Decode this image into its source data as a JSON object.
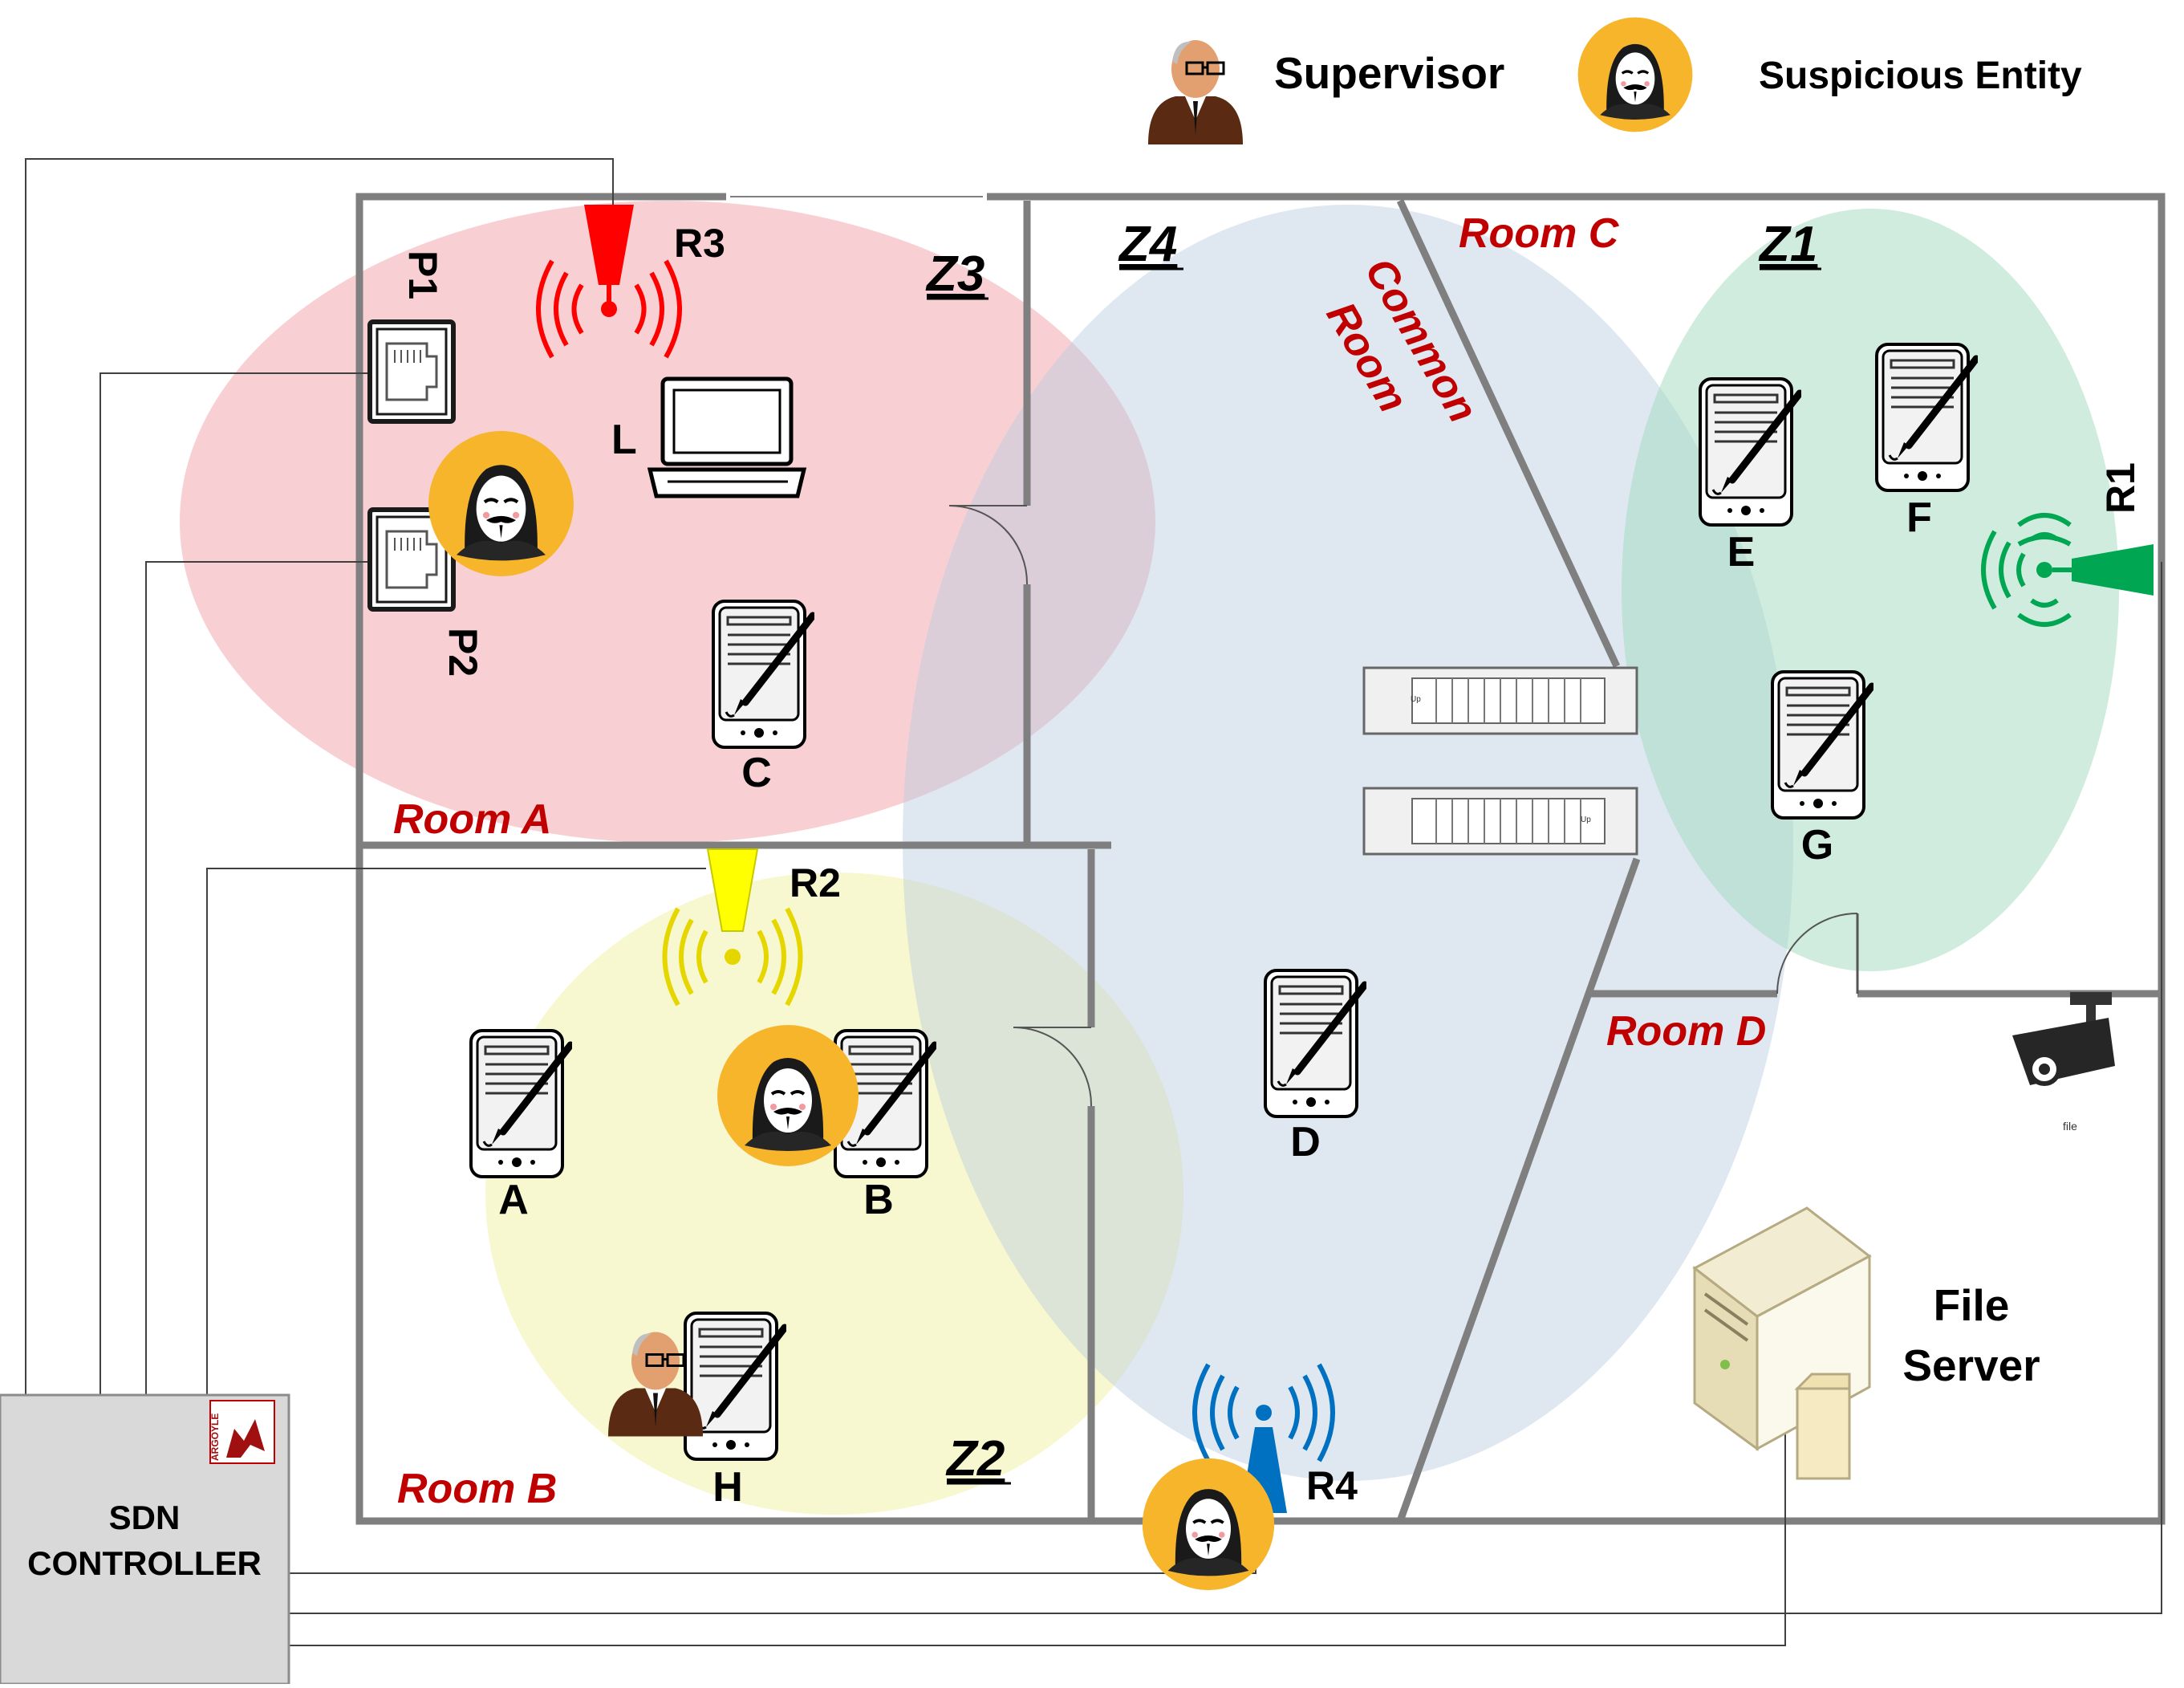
{
  "legend": {
    "supervisor_label": "Supervisor",
    "suspicious_label": "Suspicious Entity",
    "supervisor_icon": "supervisor-icon",
    "suspicious_icon": "anonymous-mask-icon"
  },
  "rooms": {
    "room_a": "Room A",
    "room_b": "Room B",
    "room_c": "Room C",
    "room_d": "Room D",
    "common_room": [
      "Common",
      "Room"
    ]
  },
  "zones": {
    "z1": "Z1",
    "z2": "Z2",
    "z3": "Z3",
    "z4": "Z4"
  },
  "readers": {
    "r1": "R1",
    "r2": "R2",
    "r3": "R3",
    "r4": "R4"
  },
  "ports": {
    "p1": "P1",
    "p2": "P2"
  },
  "devices": {
    "a": "A",
    "b": "B",
    "c": "C",
    "d": "D",
    "e": "E",
    "f": "F",
    "g": "G",
    "h": "H",
    "l": "L"
  },
  "escalator_up_label": "Up",
  "camera_caption": "file",
  "file_server": [
    "File",
    "Server"
  ],
  "controller": {
    "line1": "SDN",
    "line2": "CONTROLLER",
    "logo_text": "ARGOYLE"
  },
  "colors": {
    "zone1": "#9fd9bd",
    "zone2": "#f4f4bc",
    "zone3": "#f3a9ae",
    "zone4": "#b7cbe0",
    "r1": "#00a651",
    "r2": "#ffff00",
    "r3": "#ff0000",
    "r4": "#0070c0",
    "room_text": "#c00000",
    "suspicious_bg": "#f7b52c",
    "controller_bg": "#d9d9d9"
  }
}
